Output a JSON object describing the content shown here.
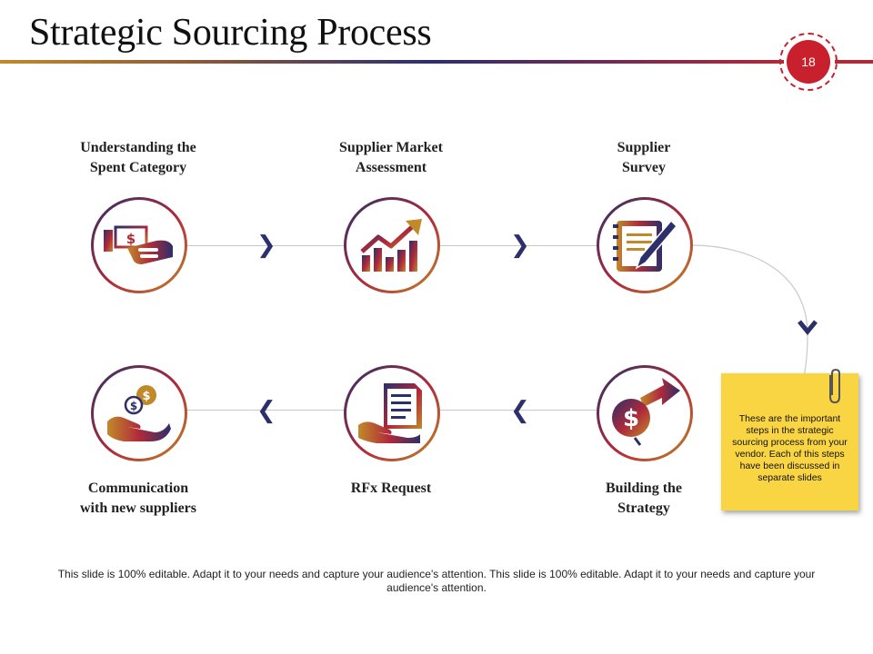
{
  "title": "Strategic Sourcing Process",
  "page_number": "18",
  "steps": [
    {
      "lines": [
        "Understanding the",
        "Spent Category"
      ],
      "icon": "cash-handshake-icon"
    },
    {
      "lines": [
        "Supplier Market",
        "Assessment"
      ],
      "icon": "growth-chart-icon"
    },
    {
      "lines": [
        "Supplier",
        "Survey"
      ],
      "icon": "notepad-pen-icon"
    },
    {
      "lines": [
        "Building the",
        "Strategy"
      ],
      "icon": "dollar-magnifier-arrow-icon"
    },
    {
      "lines": [
        "RFx Request"
      ],
      "icon": "document-hand-icon"
    },
    {
      "lines": [
        "Communication",
        "with new suppliers"
      ],
      "icon": "hand-coins-icon"
    }
  ],
  "note": "These are the important steps in the strategic sourcing process from your vendor. Each of this steps have been discussed in separate slides",
  "footer": "This slide is 100% editable. Adapt it to your needs and capture your audience's attention. This slide is 100% editable. Adapt it to your needs and capture your audience's attention.",
  "colors": {
    "navy": "#2c2f6a",
    "crimson": "#b02a3a",
    "gold": "#c08a2a",
    "badge": "#c8202c",
    "note": "#f9d543"
  }
}
